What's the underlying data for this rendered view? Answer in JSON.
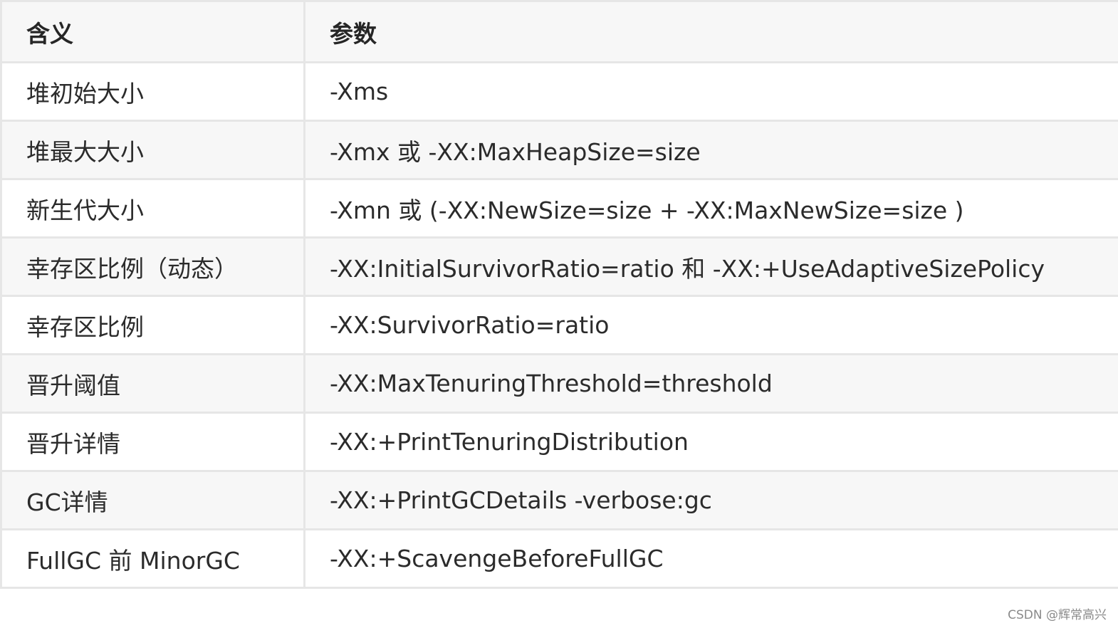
{
  "table": {
    "headers": [
      "含义",
      "参数"
    ],
    "rows": [
      [
        "堆初始大小",
        "-Xms"
      ],
      [
        "堆最大大小",
        "-Xmx 或 -XX:MaxHeapSize=size"
      ],
      [
        "新生代大小",
        "-Xmn 或 (-XX:NewSize=size + -XX:MaxNewSize=size )"
      ],
      [
        "幸存区比例（动态）",
        "-XX:InitialSurvivorRatio=ratio 和 -XX:+UseAdaptiveSizePolicy"
      ],
      [
        "幸存区比例",
        "-XX:SurvivorRatio=ratio"
      ],
      [
        "晋升阈值",
        "-XX:MaxTenuringThreshold=threshold"
      ],
      [
        "晋升详情",
        "-XX:+PrintTenuringDistribution"
      ],
      [
        "GC详情",
        "-XX:+PrintGCDetails -verbose:gc"
      ],
      [
        "FullGC 前 MinorGC",
        "-XX:+ScavengeBeforeFullGC"
      ]
    ]
  },
  "watermark": "CSDN @辉常高兴"
}
